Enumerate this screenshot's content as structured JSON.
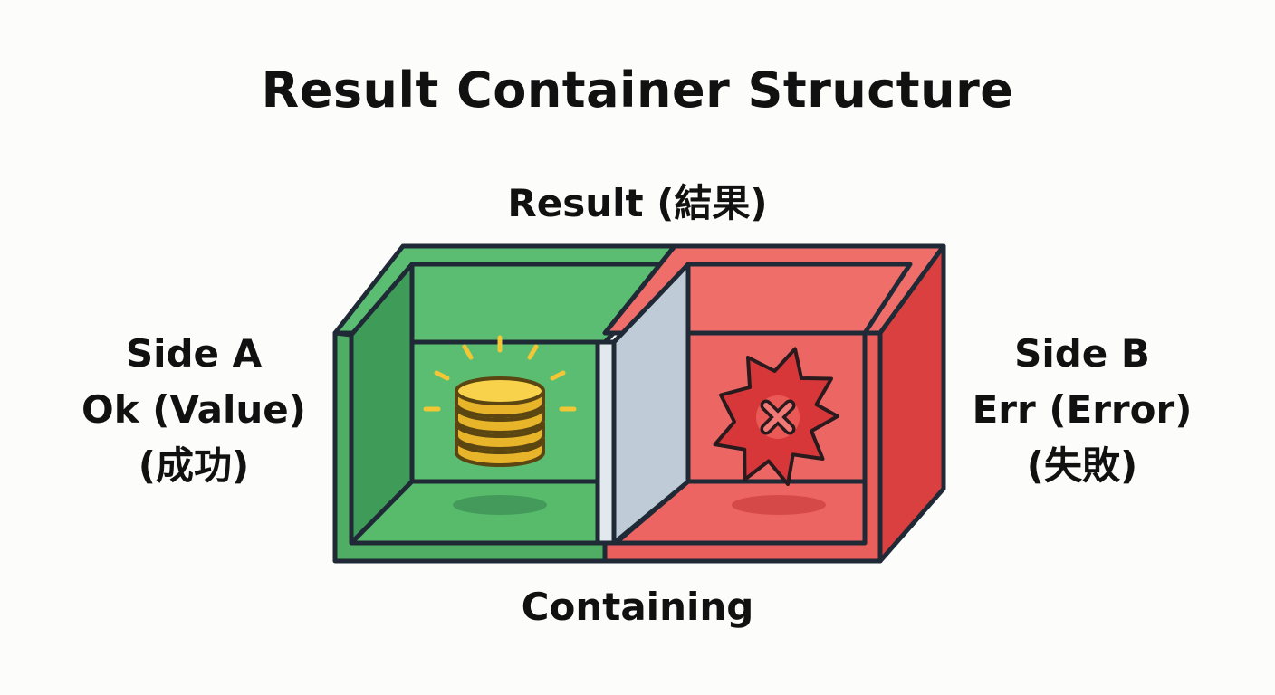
{
  "title": "Result Container Structure",
  "container": {
    "top_label": "Result (結果)",
    "bottom_label": "Containing"
  },
  "side_a": {
    "line1": "Side A",
    "line2": "Ok (Value)",
    "line3": "(成功)",
    "icon": "coin-stack-icon",
    "color": "#5bbd72"
  },
  "side_b": {
    "line1": "Side B",
    "line2": "Err (Error)",
    "line3": "(失敗)",
    "icon": "error-burst-icon",
    "color": "#e95f5c"
  },
  "divider": {
    "color": "#bfccd8"
  }
}
